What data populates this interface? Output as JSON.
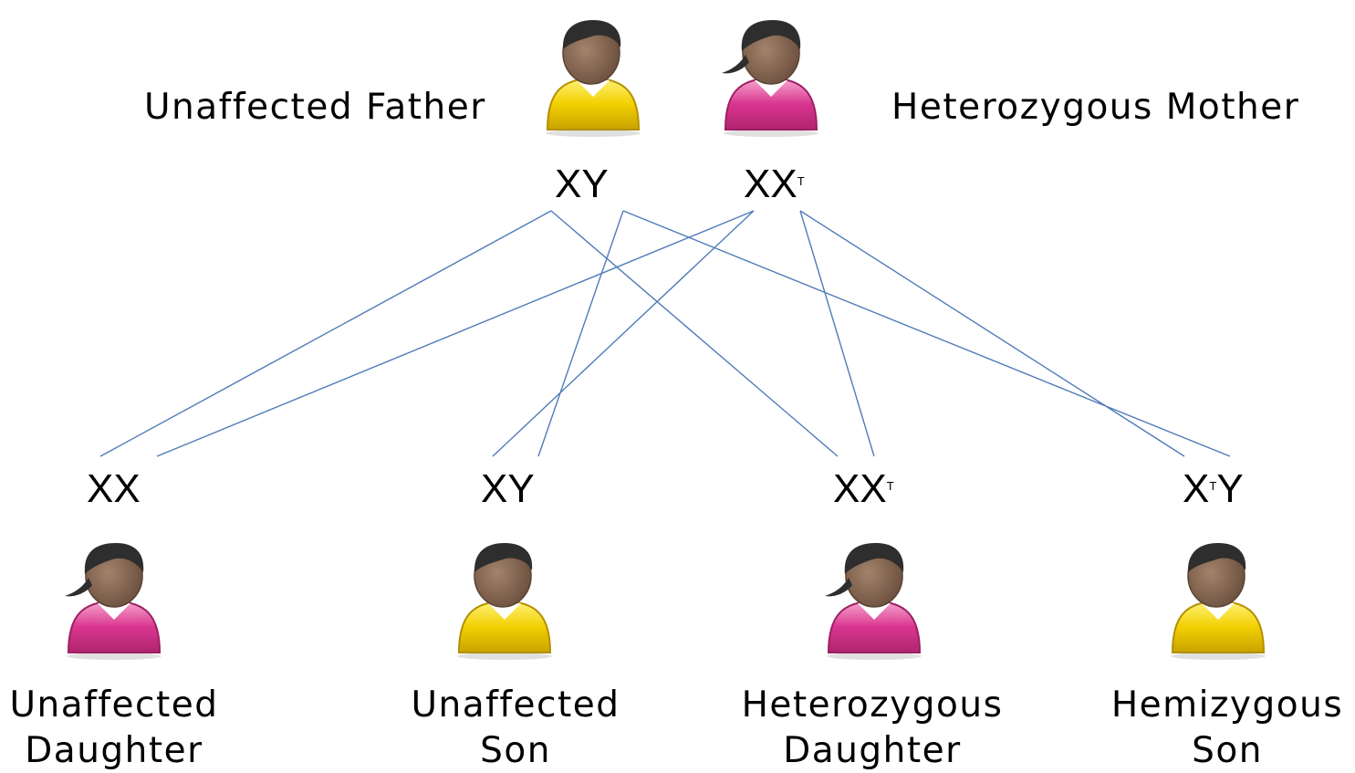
{
  "parents": {
    "father": {
      "label": "Unaffected Father",
      "genotype": [
        "X",
        "Y"
      ]
    },
    "mother": {
      "label": "Heterozygous Mother",
      "genotype": [
        "X",
        "X",
        "T"
      ]
    }
  },
  "children": [
    {
      "label_line1": "Unaffected",
      "label_line2": "Daughter",
      "genotype_main": "XX",
      "genotype_sup": "",
      "genotype_tail": "",
      "sex": "female"
    },
    {
      "label_line1": "Unaffected",
      "label_line2": "Son",
      "genotype_main": "XY",
      "genotype_sup": "",
      "genotype_tail": "",
      "sex": "male"
    },
    {
      "label_line1": "Heterozygous",
      "label_line2": "Daughter",
      "genotype_main": "XX",
      "genotype_sup": "T",
      "genotype_tail": "",
      "sex": "female"
    },
    {
      "label_line1": "Hemizygous",
      "label_line2": "Son",
      "genotype_main": "X",
      "genotype_sup": "T",
      "genotype_tail": "Y",
      "sex": "male"
    }
  ],
  "colors": {
    "line": "#4f7cb8",
    "male_shirt": "#f2d000",
    "female_shirt": "#d9358f",
    "skin": "#8a6a54",
    "hair": "#2e2e2e"
  },
  "icons": [
    "male-person-icon",
    "female-person-icon"
  ]
}
